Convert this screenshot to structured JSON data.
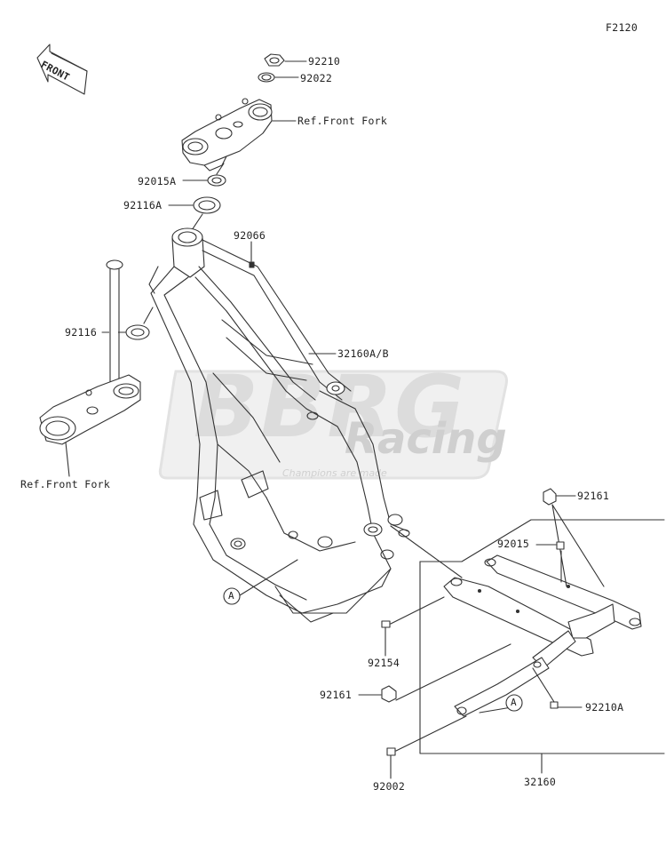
{
  "figure_code": "F2120",
  "front_label": "FRONT",
  "watermark": {
    "brand": "BBRG",
    "sub": "Racing",
    "tagline": "Champions are made"
  },
  "callout_letter": "A",
  "parts": {
    "nut_top": "92210",
    "washer_top": "92022",
    "ref_front_fork_top": "Ref.Front Fork",
    "bearing_upper": "92015A",
    "seal_upper": "92116A",
    "bolt_frame": "92066",
    "seal_lower": "92116",
    "frame": "32160A/B",
    "ref_front_fork_lower": "Ref.Front Fork",
    "cap_top": "92161",
    "collar": "92015",
    "bolt_sub": "92154",
    "cap_mid": "92161",
    "nut_sub": "92210A",
    "bolt_bottom": "92002",
    "subframe": "32160"
  }
}
